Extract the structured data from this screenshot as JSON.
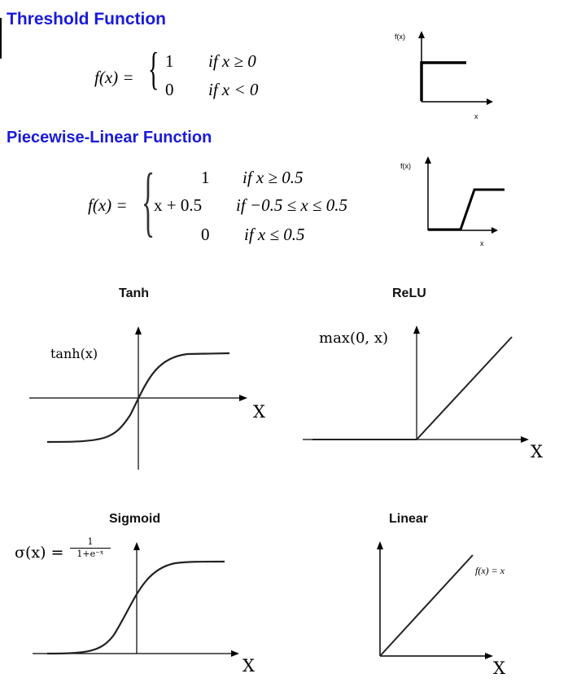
{
  "sections": {
    "threshold": {
      "heading": "Threshold Function",
      "formula_lhs": "f(x) =",
      "case1_value": "1",
      "case1_cond": "if  x ≥ 0",
      "case2_value": "0",
      "case2_cond": "if  x < 0",
      "graph_ylabel": "f(x)",
      "graph_xlabel": "x"
    },
    "piecewise": {
      "heading": "Piecewise-Linear Function",
      "formula_lhs": "f(x) =",
      "case1_value": "1",
      "case1_cond": "if  x ≥ 0.5",
      "case2_value": "x + 0.5",
      "case2_cond": "if  −0.5 ≤ x ≤ 0.5",
      "case3_value": "0",
      "case3_cond": "if  x ≤ 0.5",
      "graph_ylabel": "f(x)",
      "graph_xlabel": "x"
    }
  },
  "plots": {
    "tanh": {
      "title": "Tanh",
      "label": "tanh(x)",
      "xlabel": "X"
    },
    "relu": {
      "title": "ReLU",
      "label": "max(0, x)",
      "xlabel": "X"
    },
    "sigmoid": {
      "title": "Sigmoid",
      "label_lhs": "σ(x) =",
      "frac_num": "1",
      "frac_den": "1+e⁻ˣ",
      "xlabel": "X"
    },
    "linear": {
      "title": "Linear",
      "label": "f(x) = x",
      "xlabel": "X"
    }
  }
}
